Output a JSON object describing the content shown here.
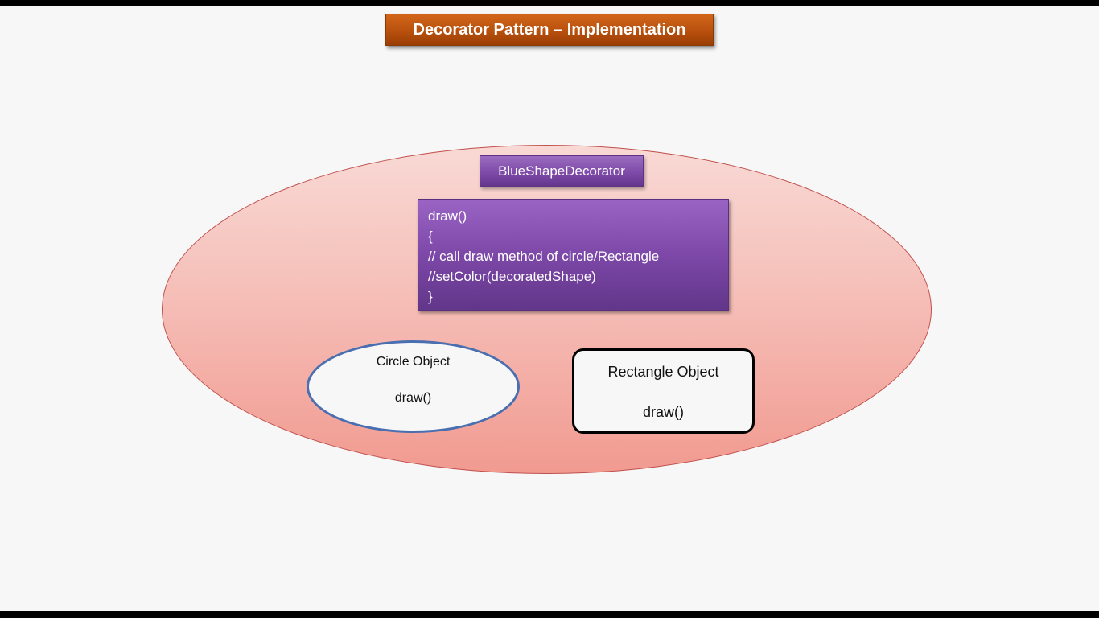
{
  "title": "Decorator Pattern – Implementation",
  "decorator": {
    "name": "BlueShapeDecorator",
    "code_lines": [
      "draw()",
      "{",
      "// call draw method of circle/Rectangle",
      "//setColor(decoratedShape)",
      "}"
    ]
  },
  "circle": {
    "label": "Circle Object",
    "method": "draw()"
  },
  "rectangle": {
    "label": "Rectangle Object",
    "method": "draw()"
  },
  "colors": {
    "title_fill": "#b8500d",
    "decorator_fill": "#7e4ba8",
    "outer_ellipse_fill": "#f5bcb5",
    "circle_border": "#4a6fb0",
    "rectangle_border": "#000000"
  }
}
